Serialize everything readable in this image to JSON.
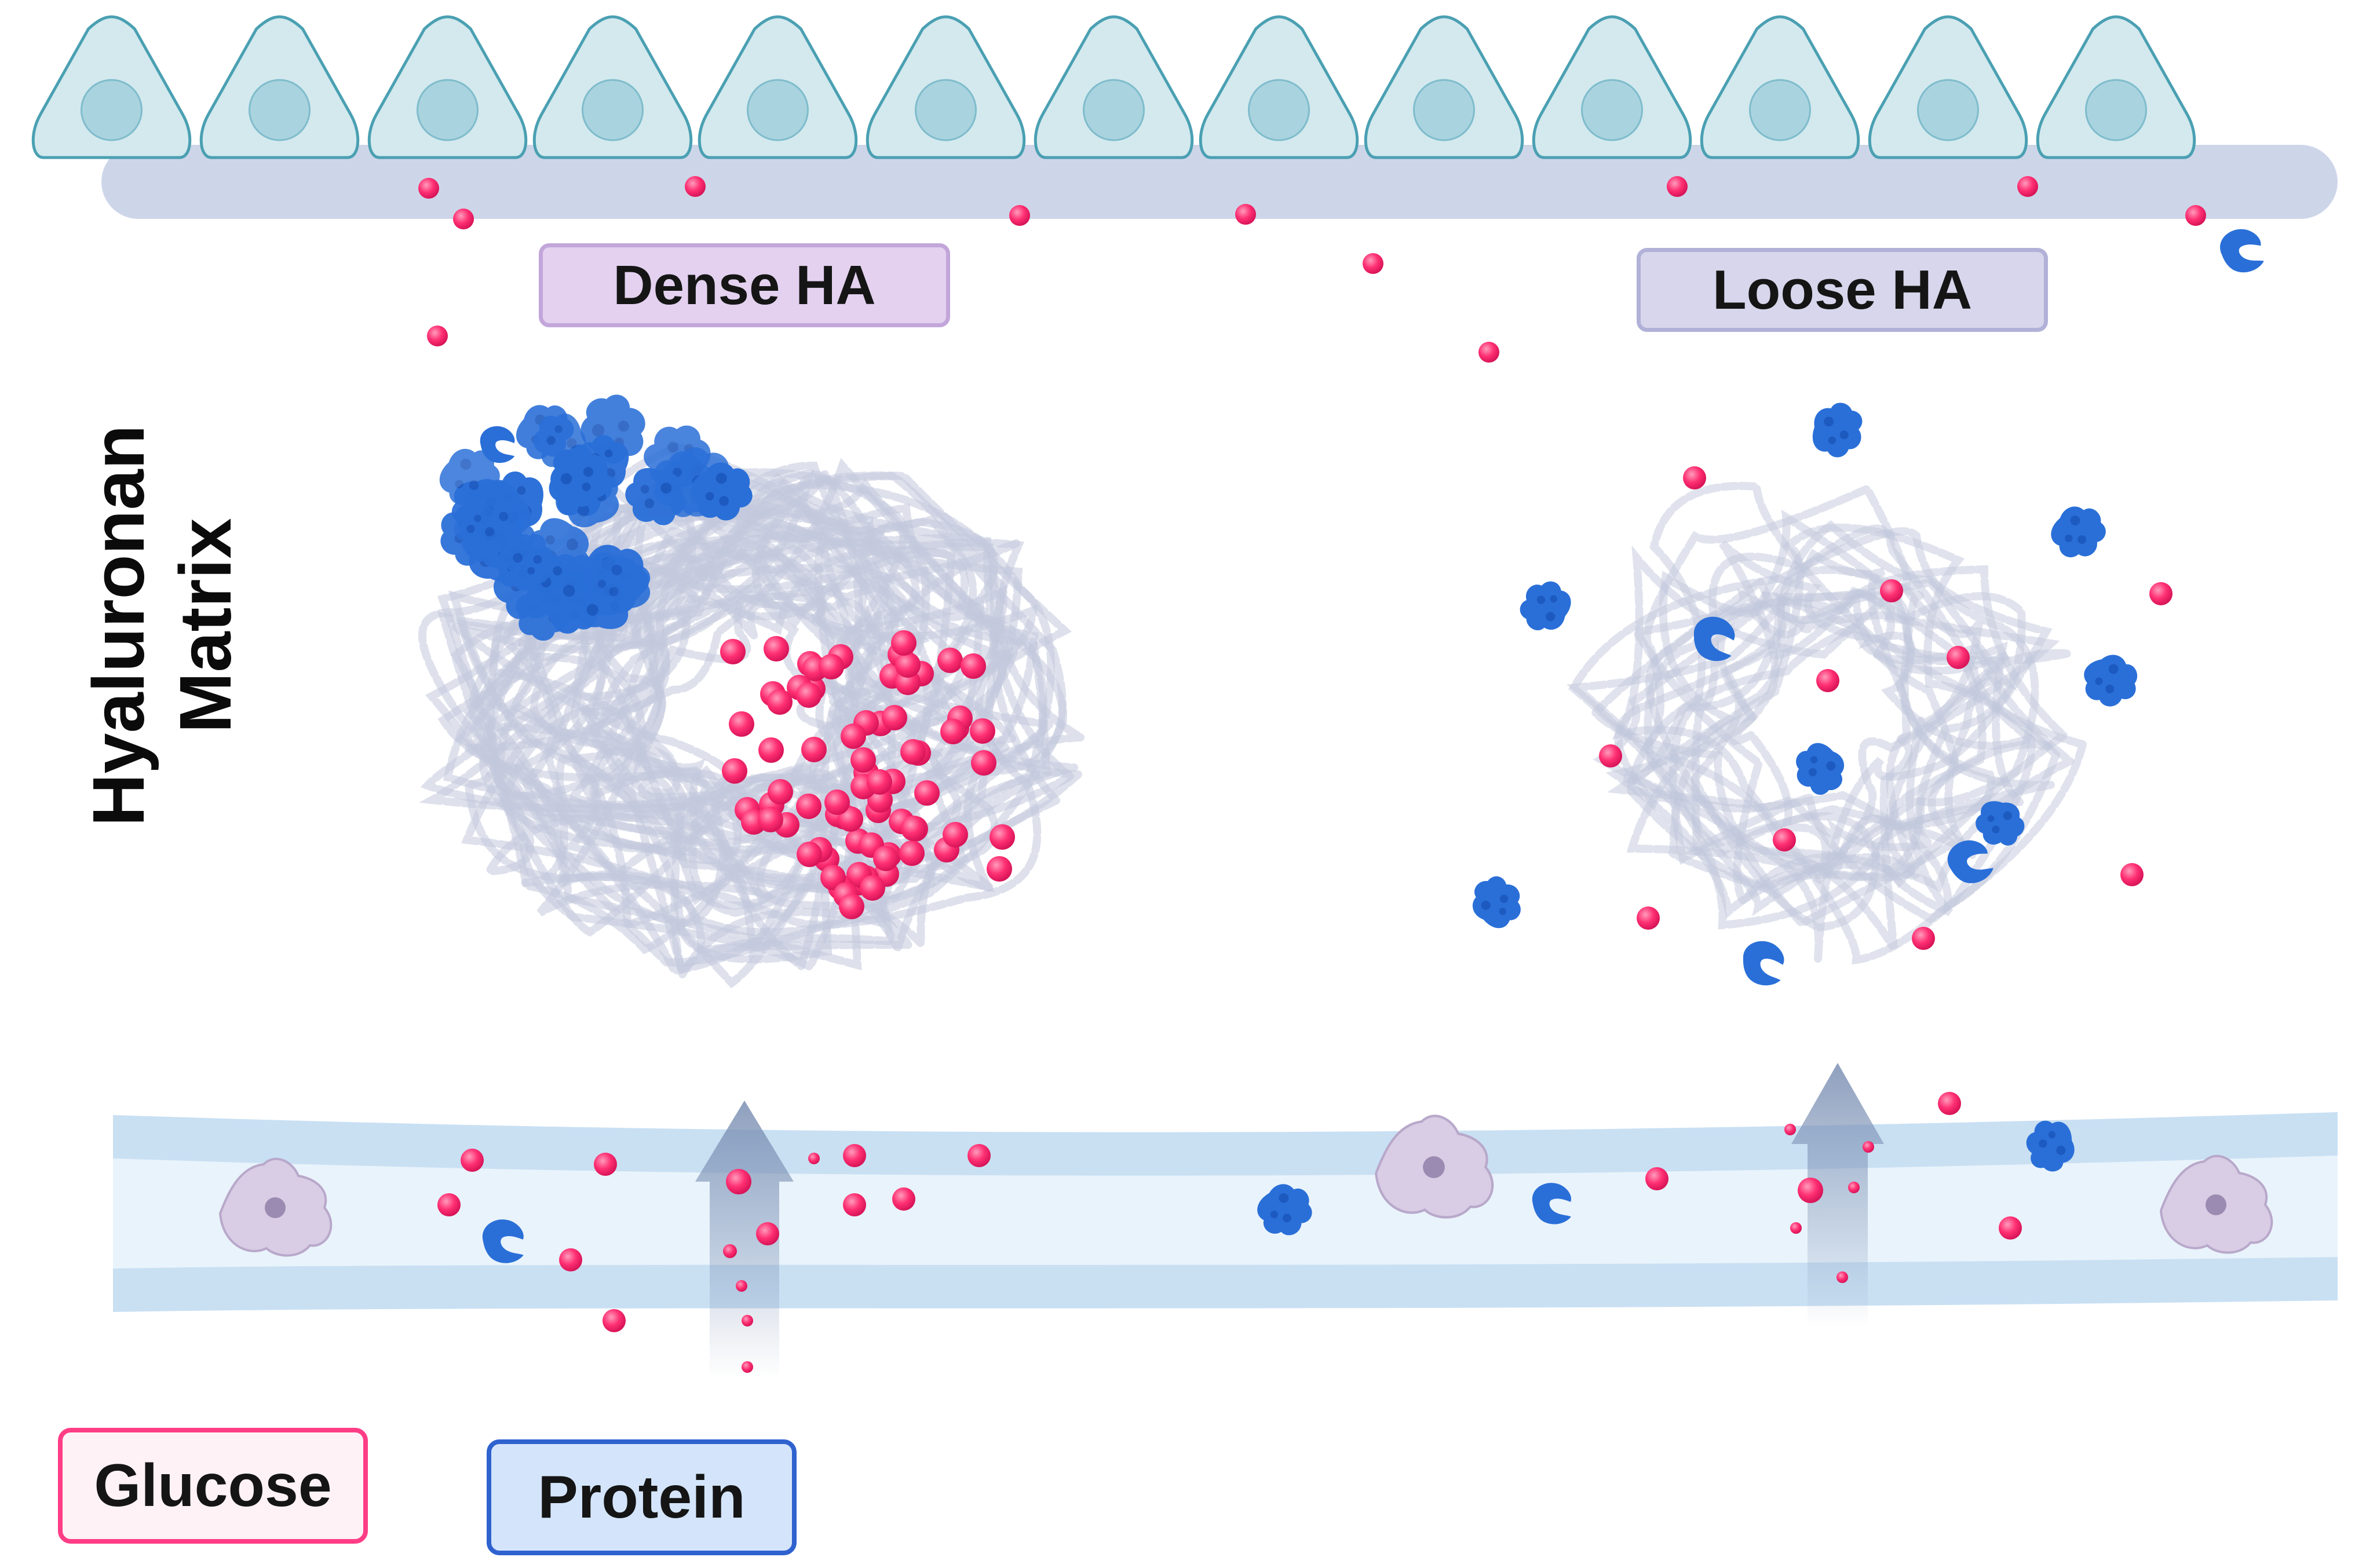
{
  "labels": {
    "dense": "Dense HA",
    "loose": "Loose HA",
    "matrix_line1": "Hyaluronan",
    "matrix_line2": "Matrix",
    "glucose": "Glucose",
    "protein": "Protein"
  },
  "colors": {
    "cell_fill": "#d3e9ee",
    "cell_stroke": "#4aa0b2",
    "nucleus": "#a9d3de",
    "membrane": "#cdd6e9",
    "glucose": "#ff2f73",
    "protein": "#2a6fd8",
    "ha_strand": "#c2c8dc",
    "vessel_outer": "#c9e0f3",
    "vessel_inner": "#e9f3fb",
    "immune_cell": "#d8cde4",
    "arrow": "#7a8fb3"
  },
  "icons": {
    "cell": "epithelial-cell-icon",
    "glucose": "glucose-molecule-icon",
    "protein": "protein-icon",
    "immune_cell": "immune-cell-icon",
    "arrow": "up-arrow-icon"
  }
}
